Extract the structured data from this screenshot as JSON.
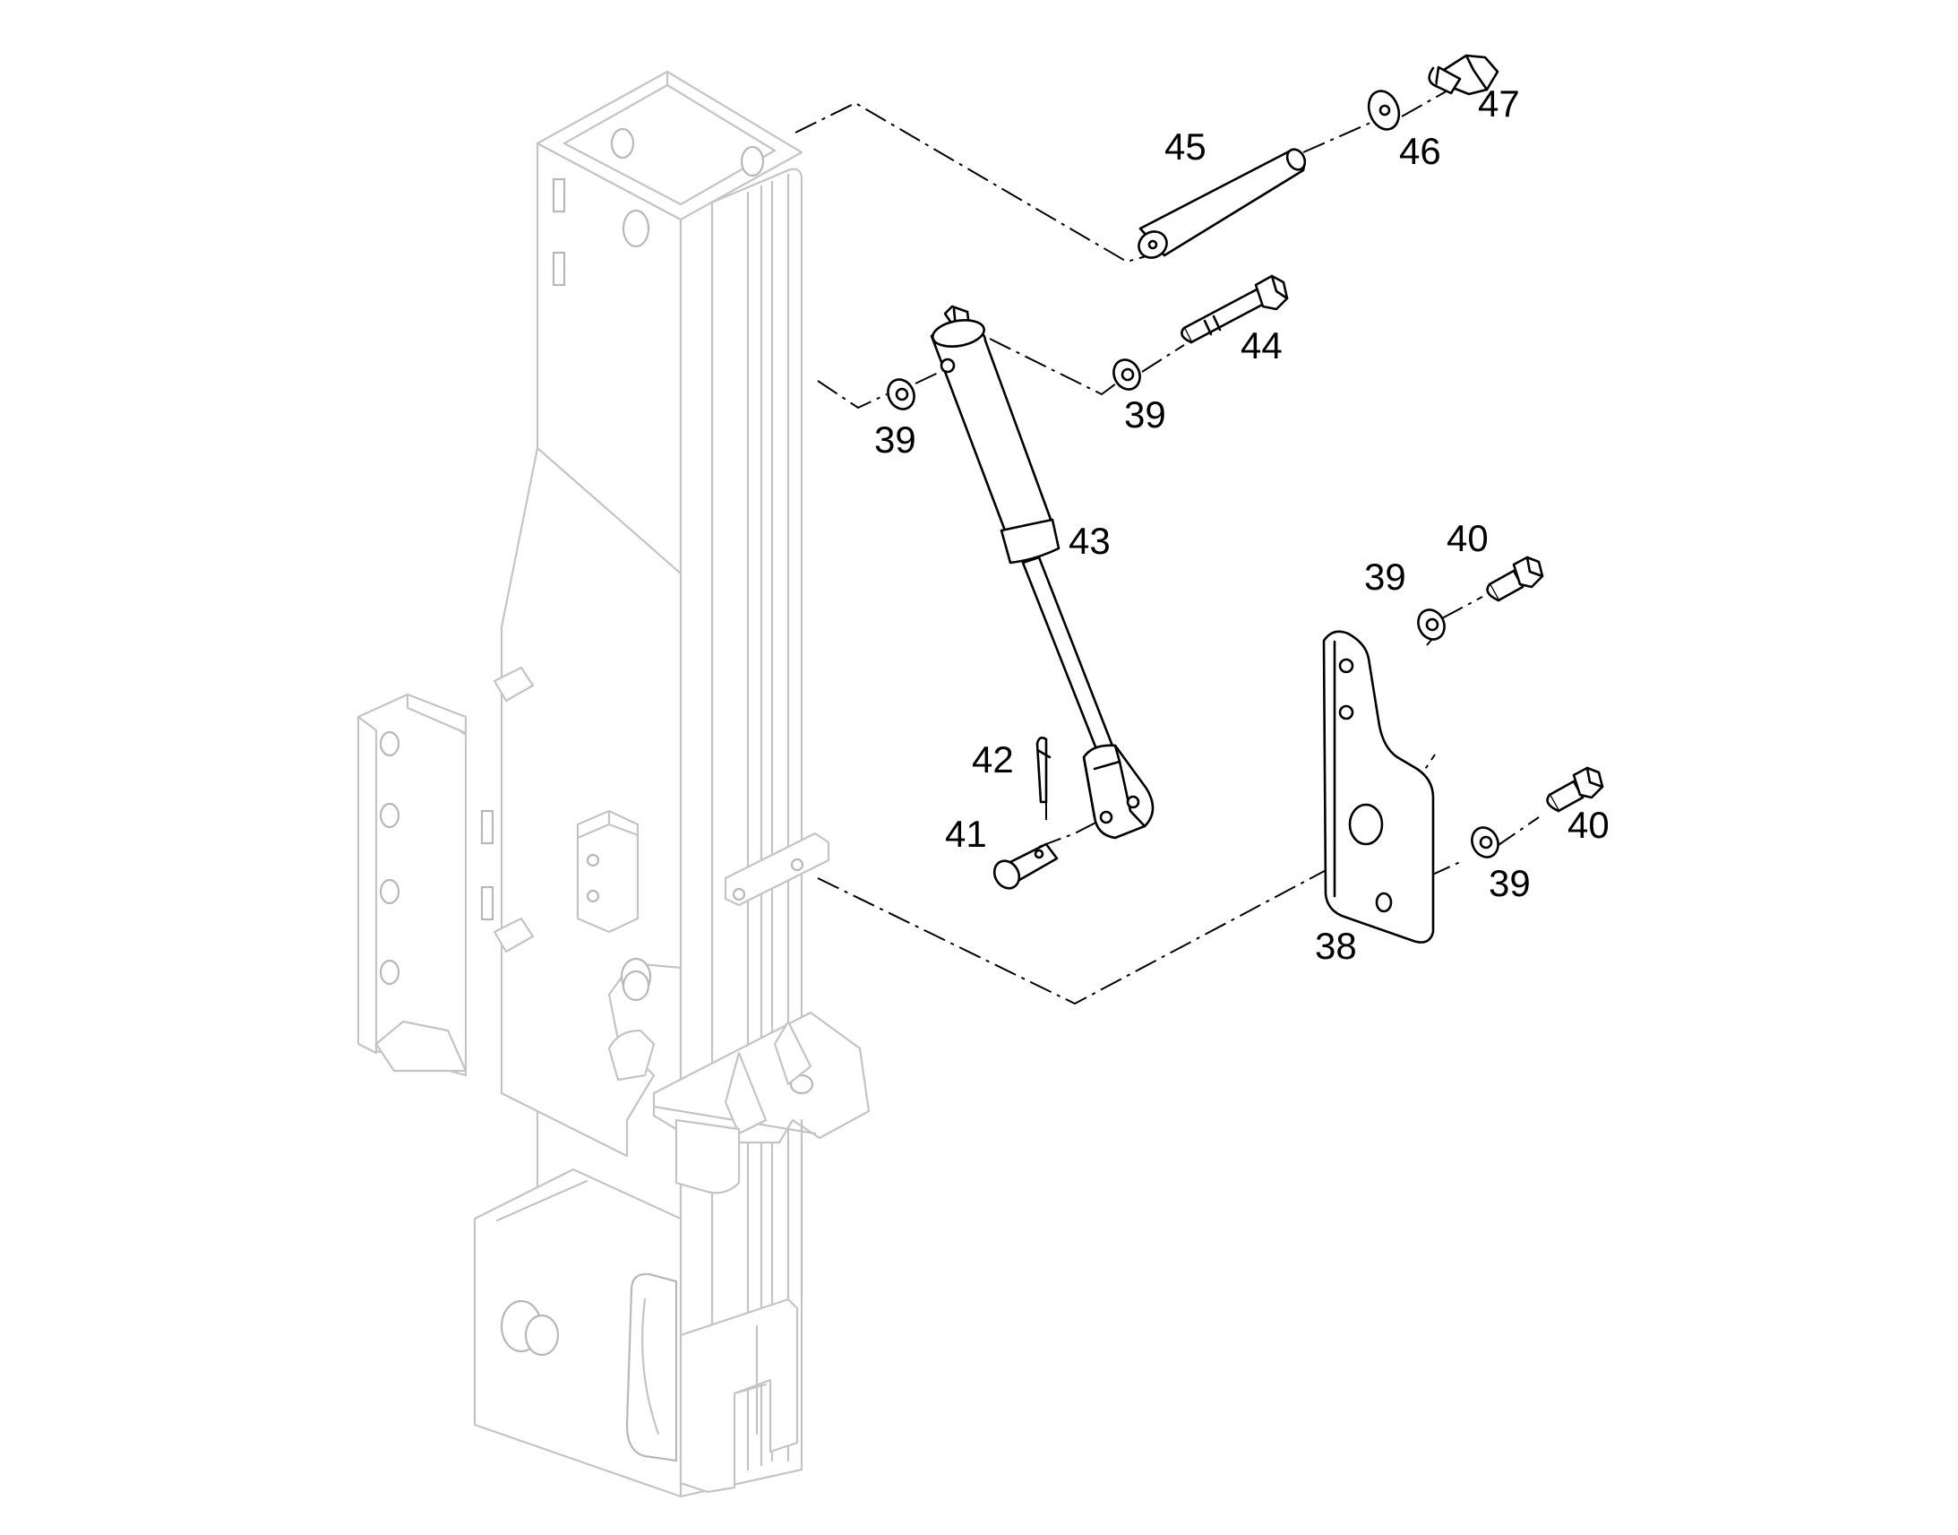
{
  "callouts": {
    "c38": "38",
    "c39a": "39",
    "c39b": "39",
    "c39c": "39",
    "c39d": "39",
    "c40a": "40",
    "c40b": "40",
    "c41": "41",
    "c42": "42",
    "c43": "43",
    "c44": "44",
    "c45": "45",
    "c46": "46",
    "c47": "47"
  },
  "colors": {
    "line": "#000000",
    "ghost_line": "#c4c4c4",
    "background": "#ffffff"
  }
}
